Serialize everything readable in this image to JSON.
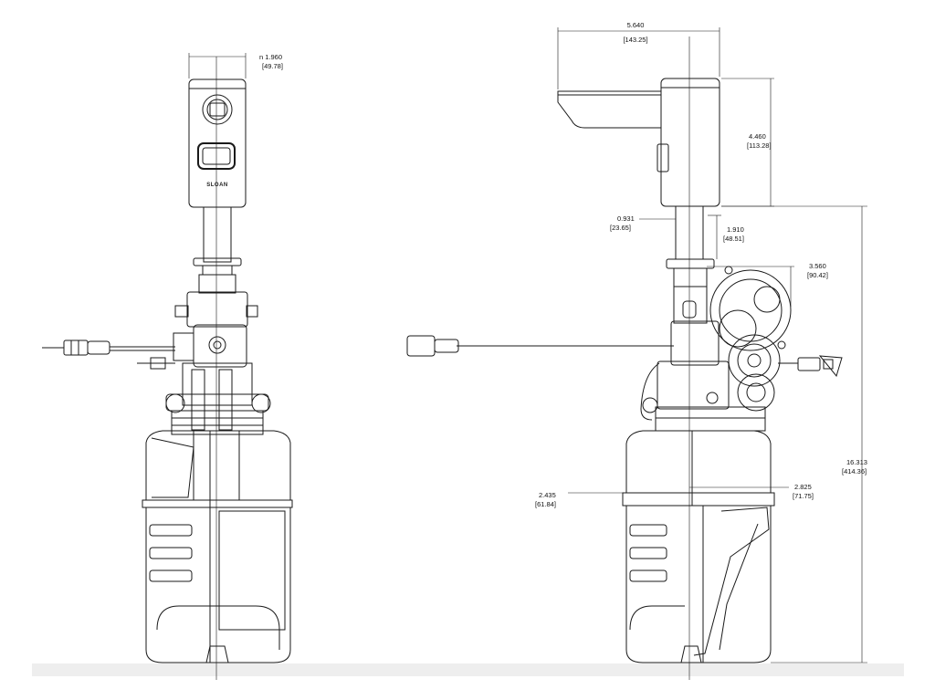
{
  "brand_text": "SLOAN",
  "dimensions": {
    "spout_diameter": {
      "in": "n 1.960",
      "mm": "[49.78]"
    },
    "spout_reach": {
      "in": "5.640",
      "mm": "[143.25]"
    },
    "spout_height": {
      "in": "4.460",
      "mm": "[113.28]"
    },
    "shank_diameter": {
      "in": "0.931",
      "mm": "[23.65]"
    },
    "deck_thickness": {
      "in": "1.910",
      "mm": "[48.51]"
    },
    "pump_offset": {
      "in": "3.560",
      "mm": "[90.42]"
    },
    "overall_height": {
      "in": "16.313",
      "mm": "[414.36]"
    },
    "bottle_left": {
      "in": "2.435",
      "mm": "[61.84]"
    },
    "bottle_right": {
      "in": "2.825",
      "mm": "[71.75]"
    }
  },
  "colors": {
    "line": "#1a1a1a",
    "floor": "#eeeeee"
  }
}
